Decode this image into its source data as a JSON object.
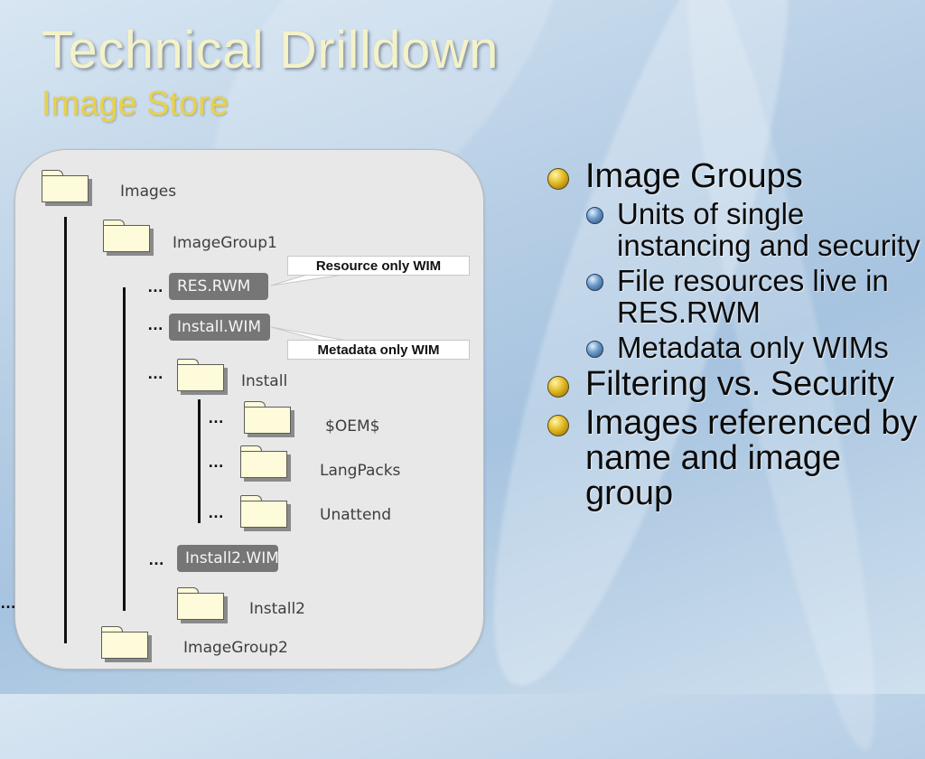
{
  "slide": {
    "title": "Technical Drilldown",
    "subtitle": "Image Store"
  },
  "tree": {
    "folders": {
      "images": "Images",
      "image_group1": "ImageGroup1",
      "install": "Install",
      "oem": "$OEM$",
      "langpacks": "LangPacks",
      "unattend": "Unattend",
      "install2": "Install2",
      "image_group2": "ImageGroup2"
    },
    "files": {
      "res_rwm": "RES.RWM",
      "install_wim": "Install.WIM",
      "install2_wim": "Install2.WIM"
    },
    "callouts": {
      "resource": "Resource only WIM",
      "metadata": "Metadata only WIM"
    },
    "ellipsis": "…"
  },
  "bullets": {
    "image_groups": "Image Groups",
    "units": "Units of single instancing and security",
    "file_resources": "File resources live in RES.RWM",
    "metadata_only": "Metadata only WIMs",
    "filtering": "Filtering vs. Security",
    "images_referenced": "Images referenced by name and image group"
  },
  "colors": {
    "title": "#f4f2c8",
    "subtitle": "#e8d24a",
    "panel": "#e8e8e8",
    "file_box": "#767676",
    "folder_fill": "#fdfbd9"
  },
  "icons": {
    "folder": "folder-icon",
    "level1_bullet": "gold-orb-bullet-icon",
    "level2_bullet": "blue-orb-bullet-icon"
  }
}
